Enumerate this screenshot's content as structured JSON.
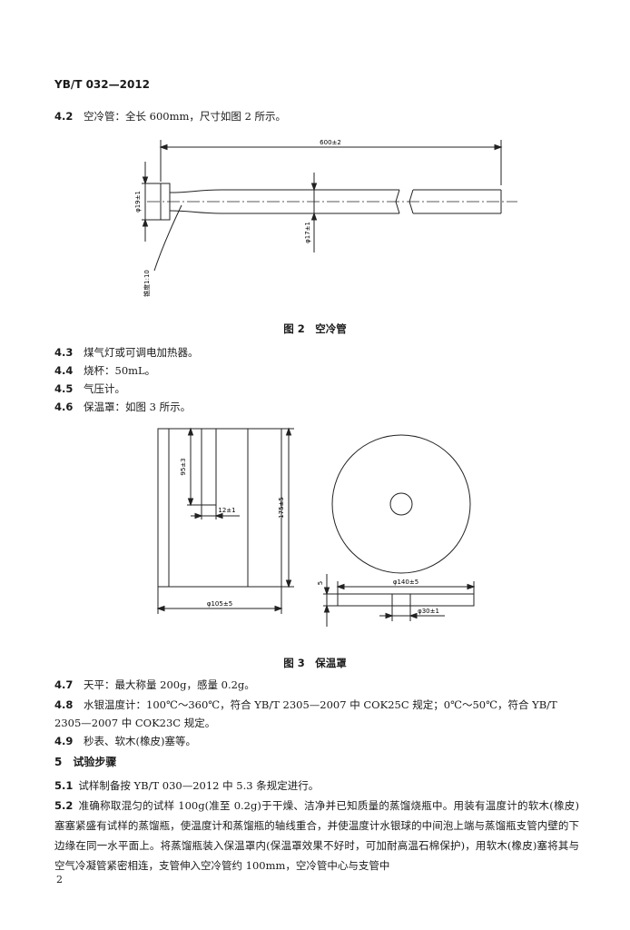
{
  "header": {
    "standard": "YB/T 032—2012"
  },
  "items_top": [
    {
      "num": "4.2",
      "text": "空冷管：全长 600mm，尺寸如图 2 所示。"
    }
  ],
  "figure2": {
    "caption": "图 2　空冷管",
    "dim_length": "600±2",
    "dim_head": "φ19±1",
    "dim_tube": "φ17±1",
    "taper": "锥度1:10"
  },
  "items_mid": [
    {
      "num": "4.3",
      "text": "煤气灯或可调电加热器。"
    },
    {
      "num": "4.4",
      "text": "烧杯：50mL。"
    },
    {
      "num": "4.5",
      "text": "气压计。"
    },
    {
      "num": "4.6",
      "text": "保温罩：如图 3 所示。"
    }
  ],
  "figure3": {
    "caption": "图 3　保温罩",
    "dim_slot_height": "95±3",
    "dim_slot_width": "12±1",
    "dim_height": "175±5",
    "dim_outer": "φ105±5",
    "dim_disk": "φ140±5",
    "dim_thickness": "5",
    "dim_hole": "φ30±1"
  },
  "items_bottom": [
    {
      "num": "4.7",
      "text": "天平：最大称量 200g，感量 0.2g。"
    },
    {
      "num": "4.8",
      "text": "水银温度计：100℃～360℃，符合 YB/T 2305—2007 中 COK25C 规定；0℃～50℃，符合 YB/T"
    },
    {
      "num": "",
      "text": "2305—2007 中 COK23C 规定。"
    },
    {
      "num": "4.9",
      "text": "秒表、软木(橡皮)塞等。"
    }
  ],
  "section5": {
    "title": "5　试验步骤"
  },
  "para51": {
    "num": "5.1",
    "text": "试样制备按 YB/T 030—2012 中 5.3 条规定进行。"
  },
  "para52": {
    "num": "5.2",
    "text": "准确称取混匀的试样 100g(准至 0.2g)于干燥、洁净并已知质量的蒸馏烧瓶中。用装有温度计的软木(橡皮)塞塞紧盛有试样的蒸馏瓶，使温度计和蒸馏瓶的轴线重合，并使温度计水银球的中间泡上端与蒸馏瓶支管内壁的下边缘在同一水平面上。将蒸馏瓶装入保温罩内(保温罩效果不好时，可加耐高温石棉保护)，用软木(橡皮)塞将其与空气冷凝管紧密相连，支管伸入空冷管约 100mm，空冷管中心与支管中"
  },
  "page_number": "2"
}
